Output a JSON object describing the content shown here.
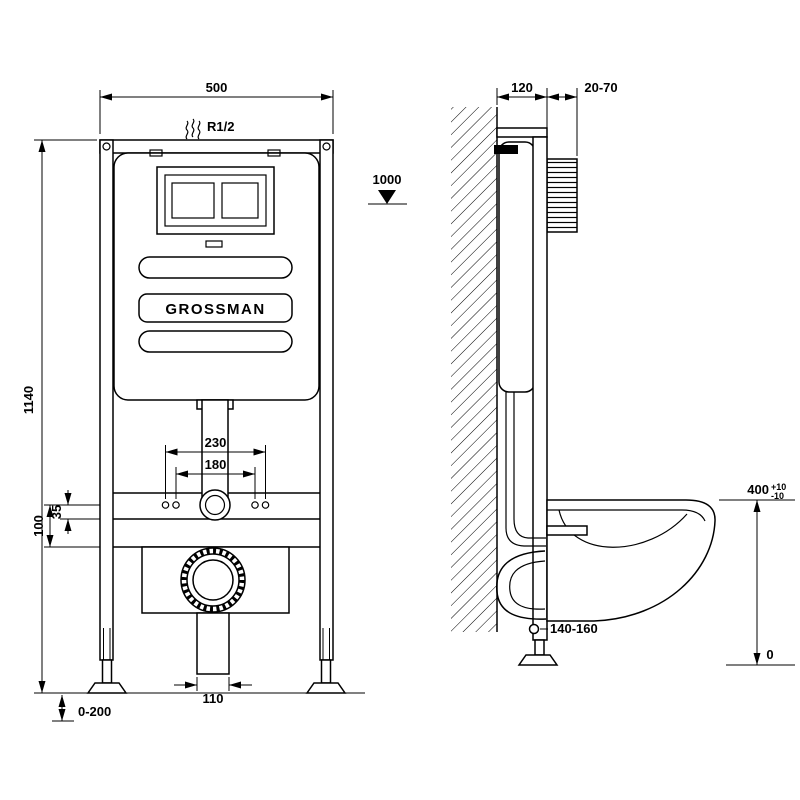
{
  "title": "Wall-hung toilet installation frame drawing",
  "front": {
    "brand": "GROSSMAN",
    "dim_width": "500",
    "dim_connection": "R1/2",
    "dim_level": "1000",
    "dim_height": "1140",
    "dim_mount_outer": "230",
    "dim_mount_inner": "180",
    "dim_offset_minor": "35",
    "dim_offset_major": "100",
    "dim_drain_width": "110",
    "dim_leg_range": "0-200"
  },
  "side": {
    "dim_depth": "120",
    "dim_plate_range": "20-70",
    "dim_bowl_height": "400",
    "dim_tol_plus": "+10",
    "dim_tol_minus": "-10",
    "dim_bolt_range": "140-160",
    "dim_floor": "0"
  }
}
